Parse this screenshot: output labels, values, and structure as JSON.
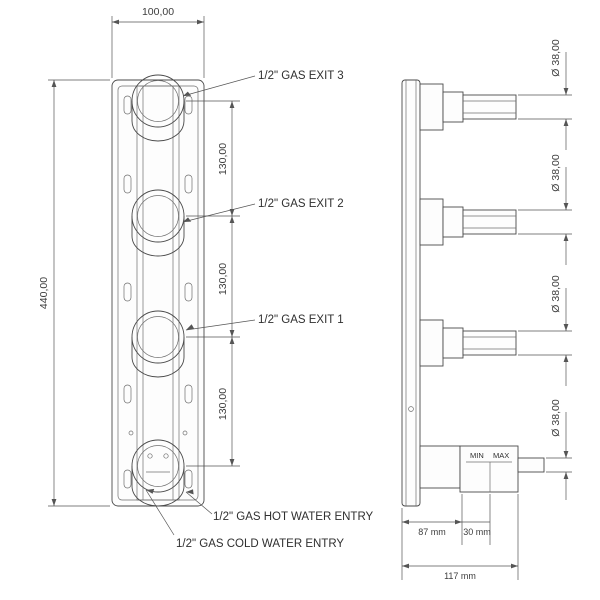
{
  "drawing": {
    "title": "gas manifold technical drawing",
    "views": {
      "front": "front elevation",
      "side": "side elevation"
    },
    "dimensions": {
      "overall_width": "100,00",
      "overall_height": "440,00",
      "spacing_1": "130,00",
      "spacing_2": "130,00",
      "spacing_3": "130,00",
      "diameter_1": "Ø 38,00",
      "diameter_2": "Ø 38,00",
      "diameter_3": "Ø 38,00",
      "diameter_4": "Ø 38,00",
      "depth_87": "87 mm",
      "depth_30": "30 mm",
      "depth_117": "117 mm"
    },
    "callouts": {
      "exit3": "1/2\" GAS EXIT 3",
      "exit2": "1/2\" GAS EXIT 2",
      "exit1": "1/2\" GAS EXIT 1",
      "hot": "1/2\" GAS HOT WATER ENTRY",
      "cold": "1/2\" GAS COLD WATER ENTRY"
    },
    "valve_labels": {
      "min": "MIN",
      "max": "MAX"
    },
    "colors": {
      "line": "#4a4a4a",
      "dim_line": "#555555",
      "text": "#3a3a3a",
      "background": "#ffffff"
    }
  }
}
